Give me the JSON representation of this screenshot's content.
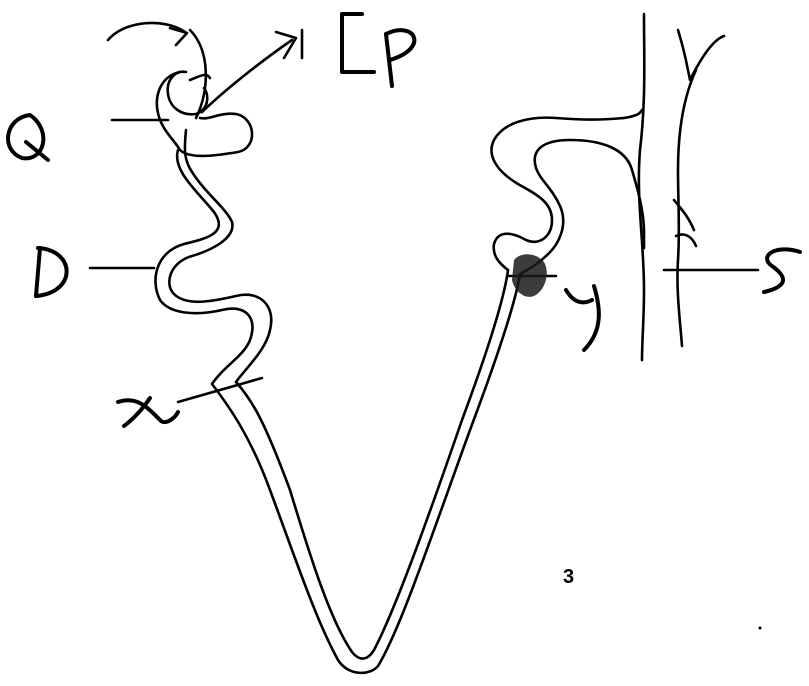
{
  "labels": {
    "p": "P",
    "q": "Q",
    "d": "D",
    "x": "x",
    "y": "y",
    "s": "S"
  },
  "page_number": "3"
}
